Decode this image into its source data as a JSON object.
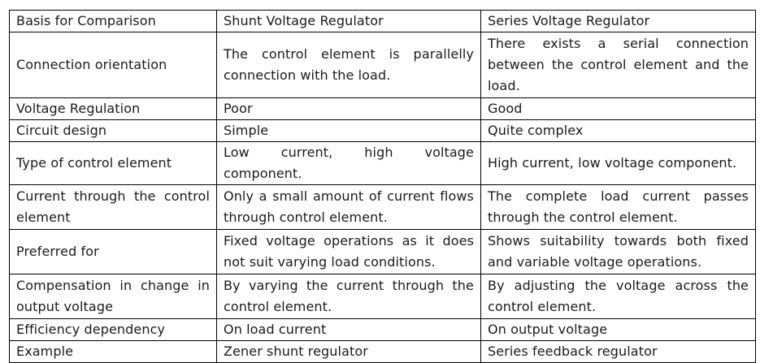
{
  "table": {
    "headers": [
      "Basis for Comparison",
      "Shunt Voltage Regulator",
      "Series Voltage Regulator"
    ],
    "rows": [
      {
        "basis": "Connection orientation",
        "shunt": "The control element is parallelly connection with the load.",
        "series": "There exists a serial connection between the control element and the load."
      },
      {
        "basis": "Voltage Regulation",
        "shunt": "Poor",
        "series": "Good"
      },
      {
        "basis": "Circuit design",
        "shunt": "Simple",
        "series": "Quite complex"
      },
      {
        "basis": "Type of control element",
        "shunt": "Low current, high voltage component.",
        "series": "High current, low voltage component."
      },
      {
        "basis": "Current through the control element",
        "shunt": "Only a small amount of current flows through control element.",
        "series": "The complete load current passes through the control element."
      },
      {
        "basis": "Preferred for",
        "shunt": "Fixed voltage operations as it does not suit varying load conditions.",
        "series": "Shows suitability towards both fixed and variable voltage operations."
      },
      {
        "basis": "Compensation in change in output voltage",
        "shunt": "By varying the current through the control element.",
        "series": "By adjusting the voltage across the control element."
      },
      {
        "basis": "Efficiency dependency",
        "shunt": "On load current",
        "series": "On output voltage"
      },
      {
        "basis": "Example",
        "shunt": "Zener shunt regulator",
        "series": "Series feedback regulator"
      }
    ]
  }
}
